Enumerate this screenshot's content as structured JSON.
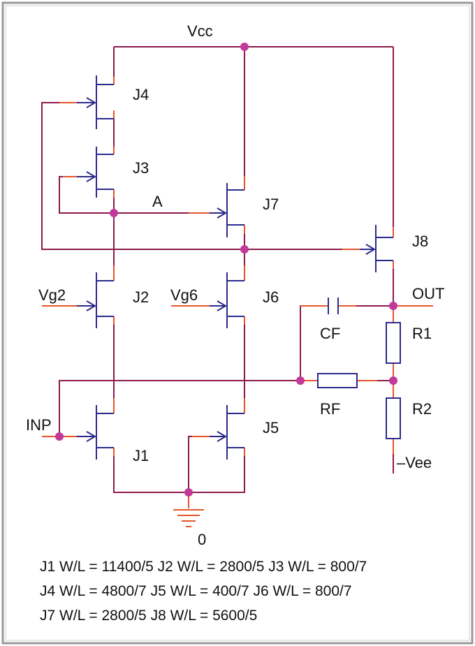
{
  "labels": {
    "vcc": "Vcc",
    "node_a": "A",
    "vg2": "Vg2",
    "vg6": "Vg6",
    "out": "OUT",
    "inp": "INP",
    "neg_vee": "–Vee",
    "ground": "0",
    "cf": "CF",
    "rf": "RF",
    "r1": "R1",
    "r2": "R2"
  },
  "transistors": [
    "J1",
    "J2",
    "J3",
    "J4",
    "J5",
    "J6",
    "J7",
    "J8"
  ],
  "notes": [
    "J1 W/L = 11400/5 J2 W/L = 2800/5 J3 W/L = 800/7",
    "J4 W/L = 4800/7 J5 W/L = 400/7 J6 W/L = 800/7",
    "J7 W/L = 2800/5 J8 W/L = 5600/5"
  ],
  "colors": {
    "wire": "#8c1a4a",
    "device": "#2b2a8c",
    "terminal": "#e8532a",
    "junction": "#c2399a",
    "frame_outer": "#9a9a9a",
    "frame_inner": "#c8c8c8"
  }
}
